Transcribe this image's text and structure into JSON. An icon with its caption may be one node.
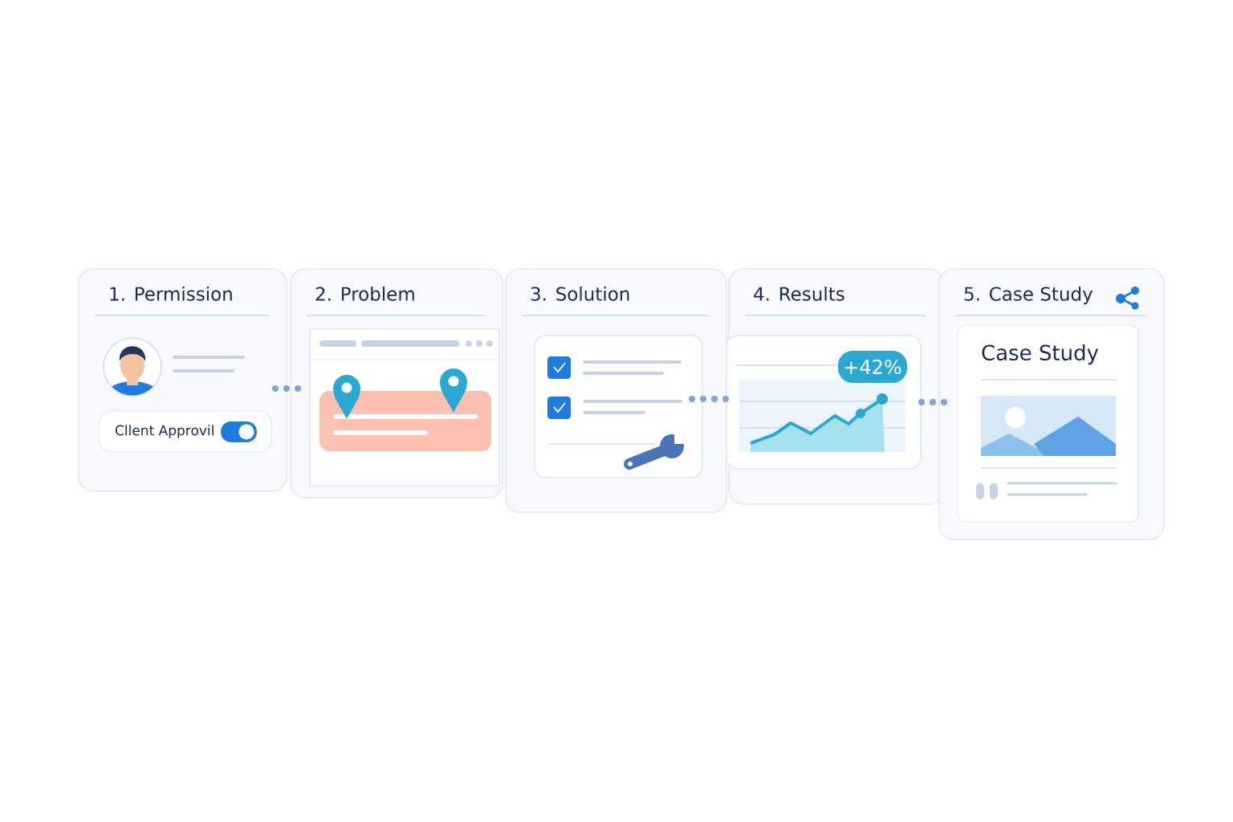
{
  "diagram": {
    "nodes": [
      {
        "text": [
          "1. Permission"
        ]
      },
      {
        "text": [
          "2. Problem"
        ]
      },
      {
        "text": [
          "3. Solution"
        ]
      },
      {
        "text": [
          "4. Results"
        ]
      },
      {
        "text": [
          "5. Case Study"
        ]
      },
      {
        "text": [
          "Cllent Approvil"
        ],
        "in": 0
      },
      {
        "text": [
          "+42%"
        ],
        "in": 3
      },
      {
        "text": [
          "Case Study"
        ],
        "in": 4
      }
    ],
    "edges": [
      {
        "from": 0,
        "to": 1,
        "arrow": "none"
      },
      {
        "from": 2,
        "to": 3,
        "arrow": "none"
      },
      {
        "from": 3,
        "to": 4,
        "arrow": "none"
      }
    ]
  }
}
